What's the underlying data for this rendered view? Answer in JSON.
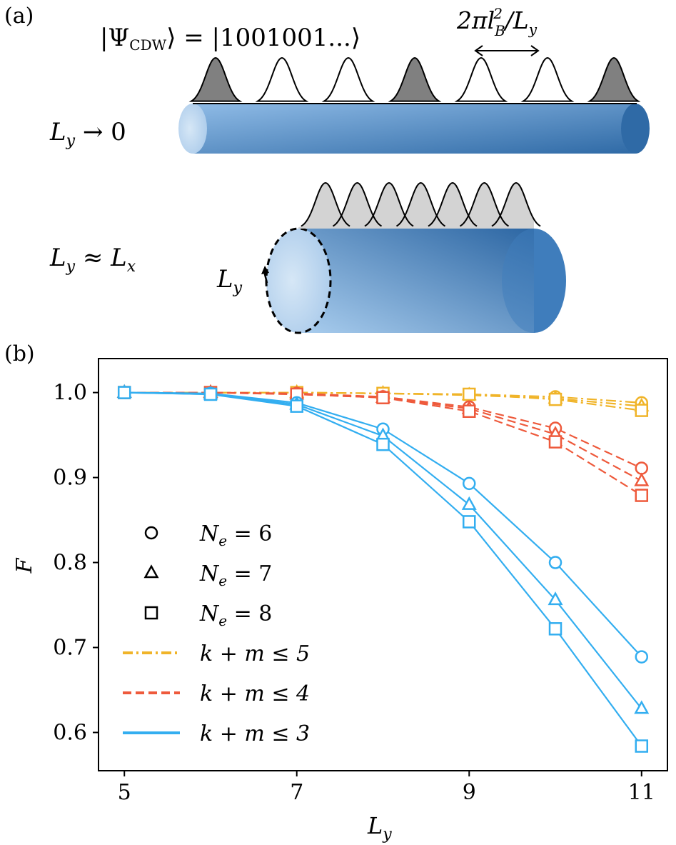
{
  "panel_a": {
    "label": "(a)",
    "state_label": "|Ψ",
    "state_sub": "CDW",
    "state_value": "⟩ = |1001001...⟩",
    "spacing_label": "2πl",
    "spacing_sub": "B",
    "spacing_sup": "2",
    "spacing_tail": "/L",
    "spacing_tail_sub": "y",
    "thin_limit_lhs": "L",
    "thin_limit_sub": "y",
    "thin_limit_rhs": " → 0",
    "thick_limit_lhs": "L",
    "thick_limit_sub": "y",
    "thick_limit_mid": " ≈ L",
    "thick_limit_sub2": "x",
    "circumference_label": "L",
    "circumference_sub": "y",
    "cdw_pattern": [
      1,
      0,
      0,
      1,
      0,
      0,
      1
    ],
    "colors": {
      "cylinder_light": "#c6dcf0",
      "cylinder_dark": "#3370ac",
      "occupied": "#808080",
      "overlap": "#d3d3d3"
    }
  },
  "panel_b": {
    "label": "(b)"
  },
  "chart_data": {
    "type": "line",
    "xlabel": "L",
    "xlabel_sub": "y",
    "ylabel": "F",
    "xlim": [
      4.7,
      11.3
    ],
    "ylim": [
      0.555,
      1.04
    ],
    "xticks": [
      5,
      7,
      9,
      11
    ],
    "yticks": [
      0.6,
      0.7,
      0.8,
      0.9,
      1.0
    ],
    "ytick_labels": [
      "0.6",
      "0.7",
      "0.8",
      "0.9",
      "1.0"
    ],
    "grid": false,
    "legend_position": "lower-left",
    "x": [
      5,
      6,
      7,
      8,
      9,
      10,
      11
    ],
    "series": [
      {
        "color": "#f0b429",
        "linestyle": "dashdot",
        "marker": "circle",
        "values": [
          1.0,
          1.0,
          1.0,
          0.999,
          0.998,
          0.995,
          0.988
        ]
      },
      {
        "color": "#f0b429",
        "linestyle": "dashdot",
        "marker": "triangle",
        "values": [
          1.0,
          1.0,
          1.0,
          0.999,
          0.997,
          0.993,
          0.984
        ]
      },
      {
        "color": "#f0b429",
        "linestyle": "dashdot",
        "marker": "square",
        "values": [
          1.0,
          1.0,
          1.0,
          0.999,
          0.998,
          0.992,
          0.979
        ]
      },
      {
        "color": "#ee5a3c",
        "linestyle": "dashed",
        "marker": "circle",
        "values": [
          1.0,
          1.0,
          0.999,
          0.995,
          0.983,
          0.958,
          0.911
        ]
      },
      {
        "color": "#ee5a3c",
        "linestyle": "dashed",
        "marker": "triangle",
        "values": [
          1.0,
          1.0,
          0.998,
          0.994,
          0.981,
          0.951,
          0.896
        ]
      },
      {
        "color": "#ee5a3c",
        "linestyle": "dashed",
        "marker": "square",
        "values": [
          1.0,
          1.0,
          0.998,
          0.994,
          0.978,
          0.942,
          0.879
        ]
      },
      {
        "color": "#33aef0",
        "linestyle": "solid",
        "marker": "circle",
        "values": [
          1.0,
          0.999,
          0.988,
          0.957,
          0.893,
          0.8,
          0.689
        ]
      },
      {
        "color": "#33aef0",
        "linestyle": "solid",
        "marker": "triangle",
        "values": [
          1.0,
          0.998,
          0.986,
          0.949,
          0.868,
          0.756,
          0.628
        ]
      },
      {
        "color": "#33aef0",
        "linestyle": "solid",
        "marker": "square",
        "values": [
          1.0,
          0.998,
          0.984,
          0.939,
          0.848,
          0.722,
          0.584
        ]
      }
    ],
    "legend": [
      {
        "kind": "marker",
        "marker": "circle",
        "lhs": "N",
        "sub": "e",
        "rhs": " = 6"
      },
      {
        "kind": "marker",
        "marker": "triangle",
        "lhs": "N",
        "sub": "e",
        "rhs": " = 7"
      },
      {
        "kind": "marker",
        "marker": "square",
        "lhs": "N",
        "sub": "e",
        "rhs": " = 8"
      },
      {
        "kind": "line",
        "linestyle": "dashdot",
        "color": "#f0b429",
        "text": "k + m ≤ 5"
      },
      {
        "kind": "line",
        "linestyle": "dashed",
        "color": "#ee5a3c",
        "text": "k + m ≤ 4"
      },
      {
        "kind": "line",
        "linestyle": "solid",
        "color": "#33aef0",
        "text": "k + m ≤ 3"
      }
    ]
  }
}
